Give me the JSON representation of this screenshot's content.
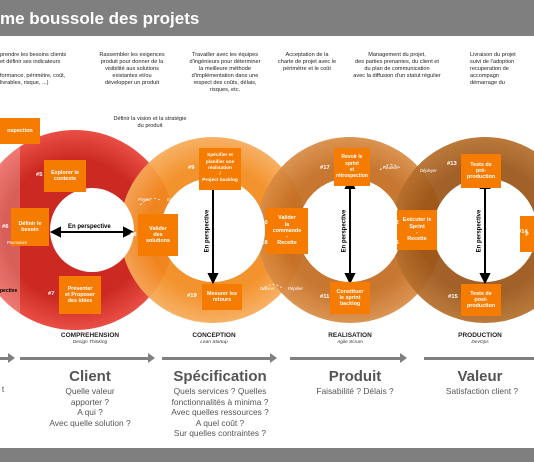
{
  "header": {
    "title": "me boussole des projets"
  },
  "notes": [
    "prendre les besoins clients\net définir ses indicateurs\n\nformance, périmètre, coût,\nlivrables, risque, ...)",
    "Rassembler les exigences\nproduit pour donner de la\nvisibilité aux solutions\nexistantes et/ou\ndévelopper un produit",
    "Travailler avec les équipes\nd'ingénieurs pour déterminer\nla meilleure méthode\nd'implémentation dans une\nrespect des coûts, délais,\nrisques, etc.",
    "Acceptation de la\ncharte de projet avec le\npérimètre et le coût",
    "Management du projet,\ndes parties prenantes, du client et\ndu plan de communication\navec la diffusion d'un statut régulier",
    "Livraison du projet\nsuivi de l'adoption\nrecuperation de\naccompagn\ndémarrage du",
    "Définir la vision et la stratégie\ndu produit"
  ],
  "phases": [
    {
      "label": "COMPREHENSION",
      "method": "Design Thinking"
    },
    {
      "label": "CONCEPTION",
      "method": "Lean Startup"
    },
    {
      "label": "REALISATION",
      "method": "Agile Scrum"
    },
    {
      "label": "PRODUCTION",
      "method": "DevOps"
    }
  ],
  "boxes": {
    "inspection": "nspection",
    "explorer": "Explorer le\ncontexte",
    "definir": "Définir le\nbesoin",
    "presenter": "Présenter\net Proposer\ndes idées",
    "valider_solutions": "Valider\ndes\nsolutions",
    "specifier": "Spécifier et\nplanifier une\nréalisation\n/\nProject backlog",
    "mesurer": "Mesurer les\nretours",
    "valider_commande": "Valider\nla\ncommande\n-\nRecette",
    "revoir": "Revoir le\nsprint\net\nrétrospection",
    "executer": "Exécuter le\nSprint\n-\nRecette",
    "constituer": "Constituer\nle sprint\nbacklog",
    "tests_pre": "Tests de\npré-\nproduction",
    "tests_post": "Tests de\npost-\nproduction",
    "edge": "p"
  },
  "numbers": {
    "n5": "#5",
    "n6": "#6",
    "n7": "#7",
    "n8": "#8",
    "n9": "#9",
    "n10": "#10",
    "n18": "#18",
    "n19": "#19",
    "n17": "#17",
    "n16": "#16",
    "n11": "#11",
    "n12": "#12",
    "n13": "#13",
    "n14": "#14",
    "n15": "#15"
  },
  "small_labels": {
    "poursuivre": "Poursuivre",
    "pivoter": "Pivoter",
    "engager": "Engager",
    "delivrer": "Délivrer",
    "repeter": "Répéter",
    "realiser": "Réaliser",
    "deployer": "Déployer",
    "pective": "pective"
  },
  "perspective": "En perspective",
  "perspective_short": "En perspective",
  "bottom": {
    "t": "t",
    "client_title": "Client",
    "client_text": "Quelle valeur\napporter ?\nA qui ?\nAvec quelle solution ?",
    "spec_title": "Spécification",
    "spec_text": "Quels services ? Quelles\nfonctionnalités à minima ?\nAvec quelles ressources ?\nA quel coût ?\nSur quelles contraintes ?",
    "produit_title": "Produit",
    "produit_text": "Faisabilité ? Délais ?",
    "valeur_title": "Valeur",
    "valeur_text": "Satisfaction client ?"
  },
  "colors": {
    "red": "#d9261c",
    "orange": "#f08a1c",
    "brown": "#c06a1f",
    "darkbrown": "#9a5418",
    "box": "#f57c00",
    "header": "#7f7f7f"
  }
}
